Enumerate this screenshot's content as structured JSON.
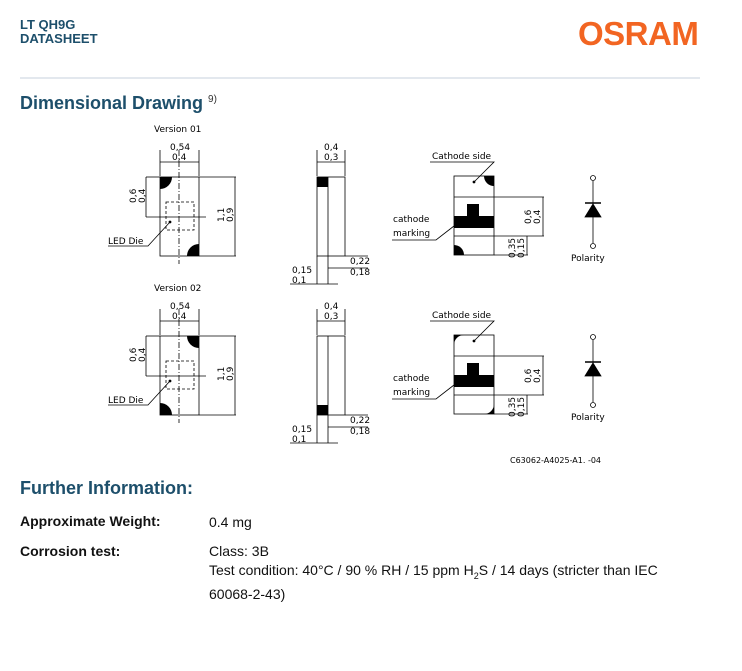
{
  "header": {
    "product": "LT QH9G",
    "doc_type": "DATASHEET",
    "brand": "OSRAM"
  },
  "dimensional_drawing": {
    "title": "Dimensional Drawing",
    "footnote": "9)",
    "versions": [
      {
        "label": "Version 01",
        "led_die": "LED Die",
        "top_w_max": "0,54",
        "top_w_min": "0,4",
        "die_pos_max": "0,6",
        "die_pos_min": "0,4",
        "len_max": "1,1",
        "len_min": "0,9",
        "side_w_max": "0,4",
        "side_w_min": "0,3",
        "pad_a_max": "0,15",
        "pad_a_min": "0,1",
        "pad_b_max": "0,22",
        "pad_b_min": "0,18",
        "cathode_side": "Cathode side",
        "cathode_marking_1": "cathode",
        "cathode_marking_2": "marking",
        "mark_max": "0,6",
        "mark_min": "0,4",
        "mark_off_max": "0,35",
        "mark_off_min": "0,15",
        "polarity": "Polarity"
      },
      {
        "label": "Version 02",
        "led_die": "LED Die",
        "top_w_max": "0,54",
        "top_w_min": "0,4",
        "die_pos_max": "0,6",
        "die_pos_min": "0,4",
        "len_max": "1,1",
        "len_min": "0,9",
        "side_w_max": "0,4",
        "side_w_min": "0,3",
        "pad_a_max": "0,15",
        "pad_a_min": "0,1",
        "pad_b_max": "0,22",
        "pad_b_min": "0,18",
        "cathode_side": "Cathode side",
        "cathode_marking_1": "cathode",
        "cathode_marking_2": "marking",
        "mark_max": "0,6",
        "mark_min": "0,4",
        "mark_off_max": "0,35",
        "mark_off_min": "0,15",
        "polarity": "Polarity"
      }
    ],
    "drawing_number": "C63062-A4025-A1. -04"
  },
  "further_information": {
    "title": "Further Information:",
    "weight_label": "Approximate Weight:",
    "weight_value": "0.4 mg",
    "corrosion_label": "Corrosion test:",
    "corrosion_class": "Class: 3B",
    "corrosion_condition_pre": "Test condition: 40°C / 90 % RH / 15 ppm H",
    "corrosion_sub": "2",
    "corrosion_condition_post": "S / 14 days (stricter than IEC 60068-2-43)"
  }
}
